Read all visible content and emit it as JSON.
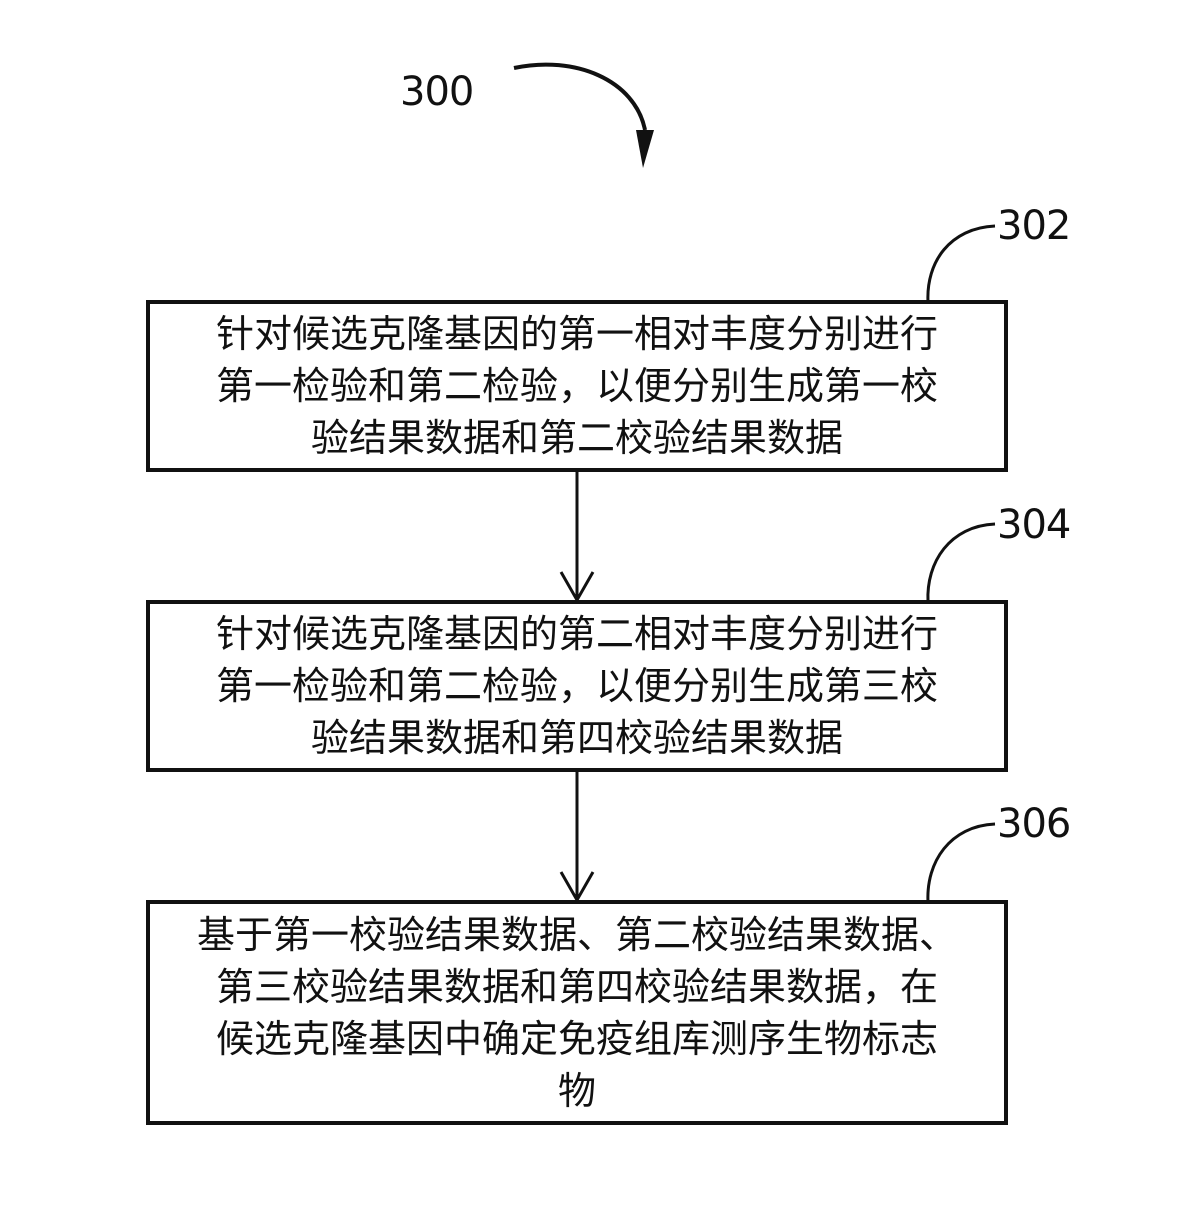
{
  "figure": {
    "number": "300",
    "steps": [
      {
        "ref": "302",
        "text": "针对候选克隆基因的第一相对丰度分别进行\n第一检验和第二检验，以便分别生成第一校\n验结果数据和第二校验结果数据"
      },
      {
        "ref": "304",
        "text": "针对候选克隆基因的第二相对丰度分别进行\n第一检验和第二检验，以便分别生成第三校\n验结果数据和第四校验结果数据"
      },
      {
        "ref": "306",
        "text": "基于第一校验结果数据、第二校验结果数据、\n第三校验结果数据和第四校验结果数据，在\n候选克隆基因中确定免疫组库测序生物标志\n物"
      }
    ]
  }
}
